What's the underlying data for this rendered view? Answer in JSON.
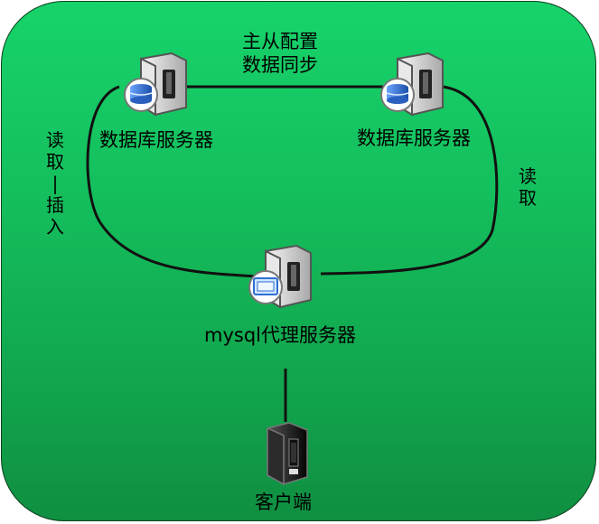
{
  "diagram": {
    "nodes": {
      "db_left": {
        "label": "数据库服务器",
        "icon": "database-server-icon"
      },
      "db_right": {
        "label": "数据库服务器",
        "icon": "database-server-icon"
      },
      "proxy": {
        "label": "mysql代理服务器",
        "icon": "proxy-server-icon"
      },
      "client": {
        "label": "客户端",
        "icon": "client-server-icon"
      }
    },
    "edges": {
      "sync": "主从配置\n数据同步",
      "left_path": "读\n取\n|\n插\n入",
      "right_path": "读\n取"
    }
  },
  "colors": {
    "panel_green": "#17d36a",
    "panel_dark_green": "#0f8f41",
    "line_black": "#111111",
    "server_gray": "#d9d9d9",
    "db_blue": "#2f6fd1"
  }
}
